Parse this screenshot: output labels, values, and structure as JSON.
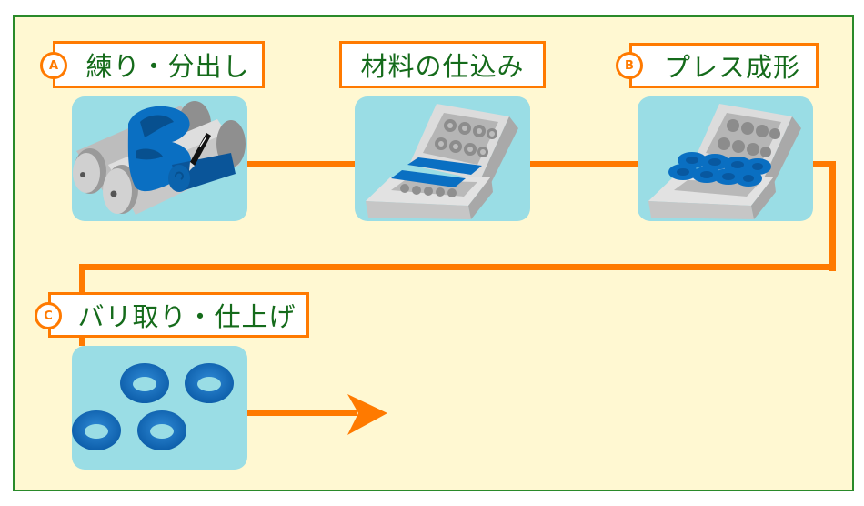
{
  "diagram": {
    "title": "Rubber molding process flow",
    "colors": {
      "frame_border": "#2a8a2a",
      "frame_fill": "#fff8d2",
      "connector": "#ff7a00",
      "label_text": "#156b1b",
      "panel_fill": "#9adde5",
      "rubber_blue": "#0a6fc2",
      "metal_gray": "#c8c8c8"
    },
    "steps": [
      {
        "badge": "A",
        "label": "練り・分出し",
        "illustration": "kneading-rollers-icon"
      },
      {
        "badge": "",
        "label": "材料の仕込み",
        "illustration": "mold-loading-icon"
      },
      {
        "badge": "B",
        "label": "プレス成形",
        "illustration": "press-mold-icon"
      },
      {
        "badge": "C",
        "label": "バリ取り・仕上げ",
        "illustration": "o-rings-icon"
      }
    ],
    "end_arrow": "arrow-right-icon"
  }
}
